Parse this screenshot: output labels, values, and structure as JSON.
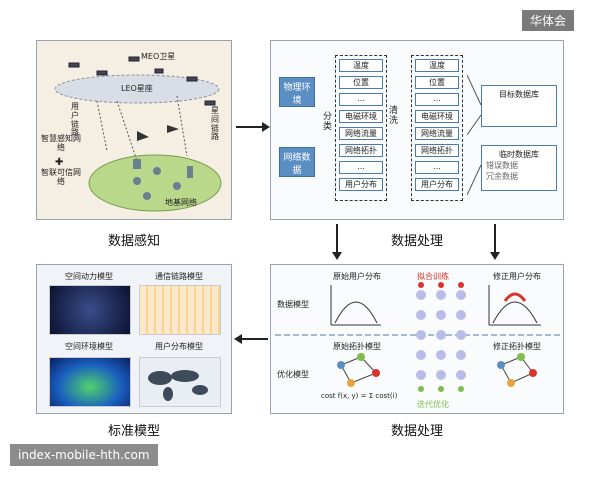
{
  "badge": "华体会",
  "watermark": "index-mobile-hth.com",
  "captions": {
    "perception": "数据感知",
    "processing_top": "数据处理",
    "standard": "标准模型",
    "processing_bottom": "数据处理"
  },
  "perception": {
    "meo": "MEO卫星",
    "leo": "LEO星座",
    "user_link": "用户链路",
    "inter_link": "星间链路",
    "smart_sense": "智慧感知网络",
    "plus": "✚",
    "trusted_net": "智联可信网络",
    "ground_net": "地基网络"
  },
  "processing": {
    "physical_env": "物理环境",
    "network_data": "网络数据",
    "classify": "分类",
    "clean": "清洗",
    "left_items": [
      "温度",
      "位置",
      "…",
      "电磁环境",
      "网络流量",
      "网络拓扑",
      "…",
      "用户分布"
    ],
    "right_items": [
      "温度",
      "位置",
      "…",
      "电磁环境",
      "网络流量",
      "网络拓扑",
      "…",
      "用户分布"
    ],
    "target_db": "目标数据库",
    "temp_db": "临时数据库",
    "error_data": "错误数据",
    "redundant_data": "冗余数据"
  },
  "models": {
    "space_dynamics": "空间动力模型",
    "comm_link": "通信链路模型",
    "space_env": "空间环境模型",
    "user_dist": "用户分布模型"
  },
  "bottom": {
    "data_model": "数据模型",
    "opt_model": "优化模型",
    "orig_user": "原始用户分布",
    "fit_train": "拟合训练",
    "fixed_user": "修正用户分布",
    "orig_topo": "原始拓扑模型",
    "fixed_topo": "修正拓扑模型",
    "iter_opt": "迭代优化",
    "formula": "cost f(x, y) = Σ cost(i)"
  },
  "colors": {
    "accent_blue": "#5b8fc4",
    "red": "#d9342b",
    "green": "#7cbf4a"
  }
}
